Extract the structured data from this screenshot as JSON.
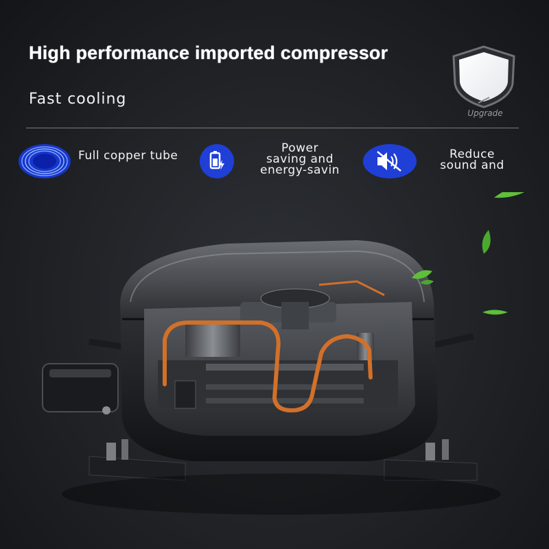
{
  "header": {
    "title": "High performance imported compressor",
    "subtitle": "Fast cooling",
    "badge_label": "Upgrade"
  },
  "features": [
    {
      "icon": "copper-coil-icon",
      "label": "Full copper tube"
    },
    {
      "icon": "battery-charge-icon",
      "label_lines": [
        "Power",
        "saving and",
        "energy-savin"
      ]
    },
    {
      "icon": "mute-speaker-icon",
      "label_lines": [
        "Reduce",
        "sound and"
      ]
    }
  ],
  "colors": {
    "accent_blue": "#1f3fd6",
    "copper": "#d2702a",
    "leaf_green": "#5fbf3a",
    "background": "#202226"
  }
}
